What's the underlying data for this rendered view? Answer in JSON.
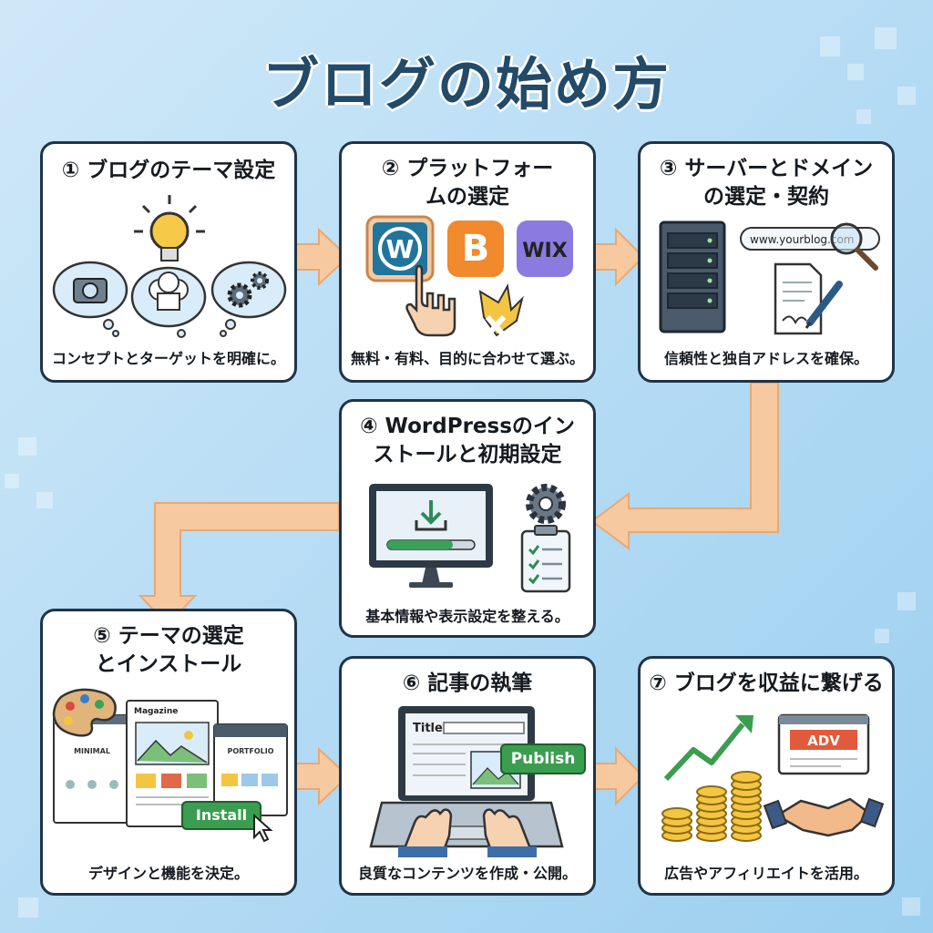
{
  "title": "ブログの始め方",
  "steps": [
    {
      "title": "① ブログのテーマ設定",
      "desc": "コンセプトとターゲットを明確に。"
    },
    {
      "title": "② プラットフォームの選定",
      "desc": "無料・有料、目的に合わせて選ぶ。",
      "logos": [
        "WIX"
      ]
    },
    {
      "title": "③ サーバーとドメインの選定・契約",
      "desc": "信頼性と独自アドレスを確保。",
      "domain_text": "www.yourblog.com"
    },
    {
      "title": "④ WordPressのインストールと初期設定",
      "desc": "基本情報や表示設定を整える。"
    },
    {
      "title": "⑤ テーマの選定とインストール",
      "desc": "デザインと機能を決定。",
      "theme_labels": [
        "Magazine",
        "MINIMAL",
        "PORTFOLIO"
      ],
      "install_label": "Install"
    },
    {
      "title": "⑥ 記事の執筆",
      "desc": "良質なコンテンツを作成・公開。",
      "editor_title": "Title",
      "publish_label": "Publish"
    },
    {
      "title": "⑦ ブログを収益に繋げる",
      "desc": "広告やアフィリエイトを活用。",
      "ad_label": "ADV"
    }
  ],
  "colors": {
    "card_border": "#1f3448",
    "arrow": "#f7c9a0",
    "title": "#234a67",
    "wordpress": "#21759b",
    "blogger": "#f08a2c",
    "wix": "#8b7ae0"
  }
}
